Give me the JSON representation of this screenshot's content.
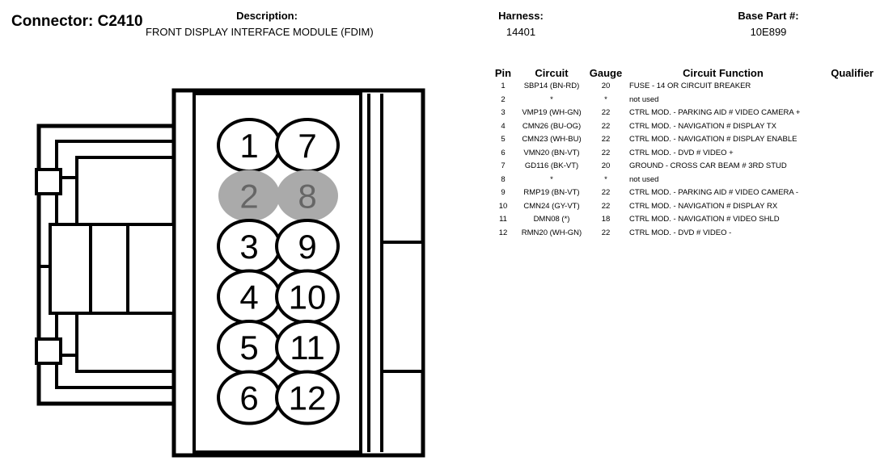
{
  "header": {
    "connector_label": "Connector: C2410",
    "description_label": "Description:",
    "description_value": "FRONT DISPLAY INTERFACE MODULE (FDIM)",
    "harness_label": "Harness:",
    "harness_value": "14401",
    "base_part_label": "Base Part #:",
    "base_part_value": "10E899"
  },
  "diagram": {
    "pin_labels": [
      "1",
      "7",
      "2",
      "8",
      "3",
      "9",
      "4",
      "10",
      "5",
      "11",
      "6",
      "12"
    ],
    "unused_fill": "#aaaaaa",
    "used_fill": "#ffffff"
  },
  "table": {
    "headers": {
      "pin": "Pin",
      "circuit": "Circuit",
      "gauge": "Gauge",
      "function": "Circuit Function",
      "qualifier": "Qualifier"
    },
    "rows": [
      {
        "pin": "1",
        "circuit": "SBP14 (BN-RD)",
        "gauge": "20",
        "function": "FUSE - 14 OR CIRCUIT BREAKER",
        "qualifier": ""
      },
      {
        "pin": "2",
        "circuit": "*",
        "gauge": "*",
        "function": "not used",
        "qualifier": ""
      },
      {
        "pin": "3",
        "circuit": "VMP19 (WH-GN)",
        "gauge": "22",
        "function": "CTRL MOD. - PARKING AID # VIDEO CAMERA +",
        "qualifier": ""
      },
      {
        "pin": "4",
        "circuit": "CMN26 (BU-OG)",
        "gauge": "22",
        "function": "CTRL MOD. - NAVIGATION # DISPLAY TX",
        "qualifier": ""
      },
      {
        "pin": "5",
        "circuit": "CMN23 (WH-BU)",
        "gauge": "22",
        "function": "CTRL MOD. - NAVIGATION # DISPLAY ENABLE",
        "qualifier": ""
      },
      {
        "pin": "6",
        "circuit": "VMN20 (BN-VT)",
        "gauge": "22",
        "function": "CTRL MOD. - DVD # VIDEO +",
        "qualifier": ""
      },
      {
        "pin": "7",
        "circuit": "GD116 (BK-VT)",
        "gauge": "20",
        "function": "GROUND - CROSS CAR BEAM # 3RD STUD",
        "qualifier": ""
      },
      {
        "pin": "8",
        "circuit": "*",
        "gauge": "*",
        "function": "not used",
        "qualifier": ""
      },
      {
        "pin": "9",
        "circuit": "RMP19 (BN-VT)",
        "gauge": "22",
        "function": "CTRL MOD. - PARKING AID # VIDEO CAMERA -",
        "qualifier": ""
      },
      {
        "pin": "10",
        "circuit": "CMN24 (GY-VT)",
        "gauge": "22",
        "function": "CTRL MOD. - NAVIGATION # DISPLAY RX",
        "qualifier": ""
      },
      {
        "pin": "11",
        "circuit": "DMN08 (*)",
        "gauge": "18",
        "function": "CTRL MOD. - NAVIGATION # VIDEO SHLD",
        "qualifier": ""
      },
      {
        "pin": "12",
        "circuit": "RMN20 (WH-GN)",
        "gauge": "22",
        "function": "CTRL MOD. - DVD # VIDEO -",
        "qualifier": ""
      }
    ]
  }
}
